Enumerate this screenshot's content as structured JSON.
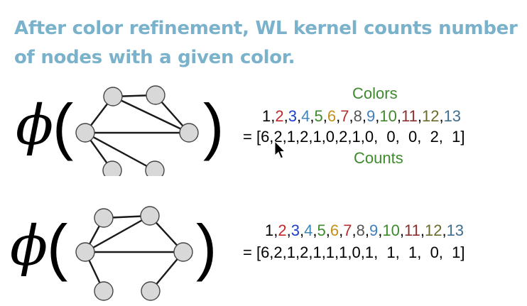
{
  "slide": {
    "title_line1": "After color refinement, WL kernel counts number",
    "title_line2": "of nodes with a given color.",
    "phi_symbol": "ϕ",
    "open_paren": "(",
    "close_paren": ")"
  },
  "top": {
    "colors_label": "Colors",
    "counts_label": "Counts",
    "colors_row": [
      {
        "t": "1",
        "c": "#000000"
      },
      {
        "t": ",",
        "c": "#000000"
      },
      {
        "t": "2",
        "c": "#c0282c"
      },
      {
        "t": ",",
        "c": "#000000"
      },
      {
        "t": "3",
        "c": "#1c3fd0"
      },
      {
        "t": ",",
        "c": "#000000"
      },
      {
        "t": "4",
        "c": "#3f86b6"
      },
      {
        "t": ",",
        "c": "#000000"
      },
      {
        "t": "5",
        "c": "#3e8a2c"
      },
      {
        "t": ",",
        "c": "#000000"
      },
      {
        "t": "6",
        "c": "#c58f1c"
      },
      {
        "t": ",",
        "c": "#000000"
      },
      {
        "t": "7",
        "c": "#b03030"
      },
      {
        "t": ",",
        "c": "#000000"
      },
      {
        "t": "8",
        "c": "#555555"
      },
      {
        "t": ",",
        "c": "#000000"
      },
      {
        "t": "9",
        "c": "#3f7fbf"
      },
      {
        "t": ",",
        "c": "#000000"
      },
      {
        "t": "10",
        "c": "#3e8a2c"
      },
      {
        "t": ",",
        "c": "#000000"
      },
      {
        "t": "11",
        "c": "#8b2f2f"
      },
      {
        "t": ",",
        "c": "#000000"
      },
      {
        "t": "12",
        "c": "#6b6b2b"
      },
      {
        "t": ",",
        "c": "#000000"
      },
      {
        "t": "13",
        "c": "#3f6f8f"
      }
    ],
    "counts_row": "= [6,2,1,2,1,0,2,1,0,  0,  0,  2,  1]"
  },
  "bottom": {
    "colors_row": [
      {
        "t": "1",
        "c": "#000000"
      },
      {
        "t": ",",
        "c": "#000000"
      },
      {
        "t": "2",
        "c": "#c0282c"
      },
      {
        "t": ",",
        "c": "#000000"
      },
      {
        "t": "3",
        "c": "#1c3fd0"
      },
      {
        "t": ",",
        "c": "#000000"
      },
      {
        "t": "4",
        "c": "#3f86b6"
      },
      {
        "t": ",",
        "c": "#000000"
      },
      {
        "t": "5",
        "c": "#3e8a2c"
      },
      {
        "t": ",",
        "c": "#000000"
      },
      {
        "t": "6",
        "c": "#c58f1c"
      },
      {
        "t": ",",
        "c": "#000000"
      },
      {
        "t": "7",
        "c": "#b03030"
      },
      {
        "t": ",",
        "c": "#000000"
      },
      {
        "t": "8",
        "c": "#555555"
      },
      {
        "t": ",",
        "c": "#000000"
      },
      {
        "t": "9",
        "c": "#3f7fbf"
      },
      {
        "t": ",",
        "c": "#000000"
      },
      {
        "t": "10",
        "c": "#3e8a2c"
      },
      {
        "t": ",",
        "c": "#000000"
      },
      {
        "t": "11",
        "c": "#8b2f2f"
      },
      {
        "t": ",",
        "c": "#000000"
      },
      {
        "t": "12",
        "c": "#6b6b2b"
      },
      {
        "t": ",",
        "c": "#000000"
      },
      {
        "t": "13",
        "c": "#3f6f8f"
      }
    ],
    "counts_row": "= [6,2,1,2,1,1,1,0,1,  1,  1,  0,  1]"
  },
  "colors": {
    "title": "#7ab2cc",
    "caption": "#3e8a2c",
    "node_fill": "#d8d8d8",
    "node_stroke": "#444444",
    "edge": "#1a1a1a"
  }
}
